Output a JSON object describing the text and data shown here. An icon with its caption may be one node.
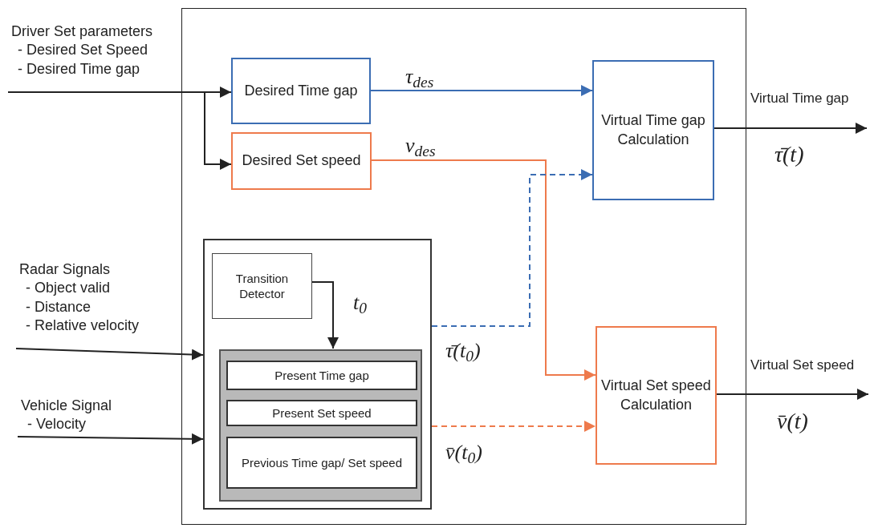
{
  "diagram": {
    "nodes": [
      {
        "text": [],
        "shape": "box"
      },
      {
        "text": [
          "Driver Set parameters",
          "- Desired Set Speed",
          "- Desired Time gap"
        ]
      },
      {
        "text": [
          "Desired Time gap"
        ],
        "in": 0
      },
      {
        "text": [
          "Desired Set speed"
        ],
        "in": 0
      },
      {
        "text": [
          "Virtual Time gap Calculation"
        ],
        "in": 0
      },
      {
        "text": [],
        "shape": "box",
        "in": 0
      },
      {
        "text": [
          "Transition Detector"
        ],
        "in": 5
      },
      {
        "text": [],
        "shape": "box",
        "in": 5
      },
      {
        "text": [
          "Present Time gap"
        ],
        "in": 7
      },
      {
        "text": [
          "Present Set speed"
        ],
        "in": 7
      },
      {
        "text": [
          "Previous Time gap/ Set speed"
        ],
        "in": 7
      },
      {
        "text": [
          "Virtual Set speed Calculation"
        ],
        "in": 0
      },
      {
        "text": [
          "Radar Signals",
          "- Object valid",
          "- Distance",
          "- Relative velocity"
        ]
      },
      {
        "text": [
          "Vehicle Signal",
          "- Velocity"
        ]
      }
    ],
    "edges": [
      {
        "from": 1,
        "to": 2,
        "arrow": "to"
      },
      {
        "from": 1,
        "to": 3,
        "arrow": "to"
      },
      {
        "from": 2,
        "to": 4,
        "arrow": "to",
        "label": "τ$_{des}$",
        "color": "#3b6db3"
      },
      {
        "from": 3,
        "to": 11,
        "arrow": "to",
        "label": "v$_{des}$",
        "color": "#ee7a4c"
      },
      {
        "from": 5,
        "to": 4,
        "arrow": "to",
        "label": "τ̄(t$_{0}$)",
        "style": "dashed",
        "color": "#3b6db3"
      },
      {
        "from": 5,
        "to": 11,
        "arrow": "to",
        "label": "v̄(t$_{0}$)",
        "style": "dashed",
        "color": "#ee7a4c"
      },
      {
        "from": 6,
        "to": 7,
        "arrow": "to",
        "label": "t$_{0}$"
      },
      {
        "from": 12,
        "to": 5,
        "arrow": "to"
      },
      {
        "from": 13,
        "to": 5,
        "arrow": "to"
      },
      {
        "from": 4,
        "to": null,
        "arrow": "to",
        "label": "Virtual Time gap"
      },
      {
        "from": 11,
        "to": null,
        "arrow": "to",
        "label": "Virtual Set speed"
      }
    ],
    "labels": [
      "τ̄(t)",
      "v̄(t)"
    ]
  }
}
